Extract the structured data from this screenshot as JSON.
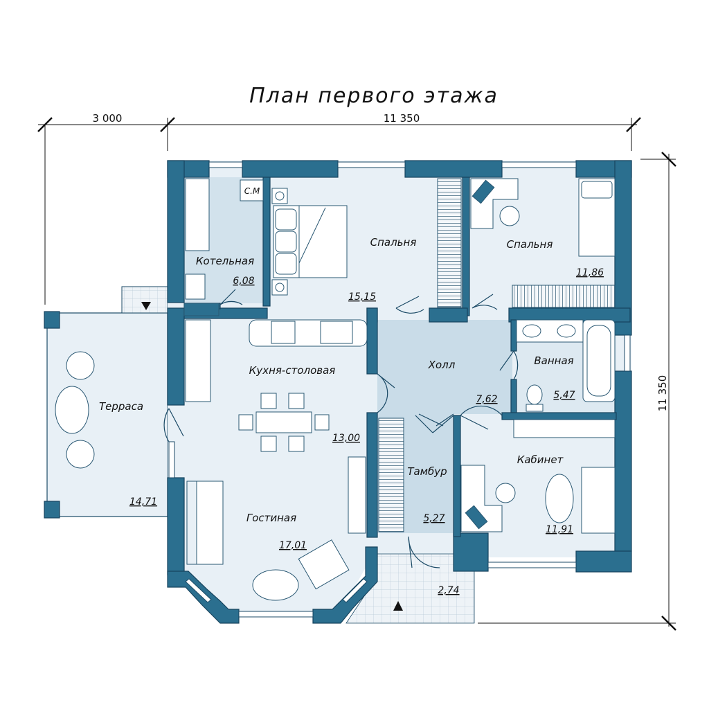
{
  "title": "План первого этажа",
  "dimensions": {
    "top_left": "3 000",
    "top_main": "11 350",
    "right": "11 350"
  },
  "rooms": [
    {
      "id": "boiler",
      "name": "Котельная",
      "area": "6,08"
    },
    {
      "id": "bedroom1",
      "name": "Спальня",
      "area": "15,15"
    },
    {
      "id": "bedroom2",
      "name": "Спальня",
      "area": "11,86"
    },
    {
      "id": "kitchen",
      "name": "Кухня-столовая",
      "area": "13,00"
    },
    {
      "id": "hall",
      "name": "Холл",
      "area": "7,62"
    },
    {
      "id": "bathroom",
      "name": "Ванная",
      "area": "5,47"
    },
    {
      "id": "terrace",
      "name": "Терраса",
      "area": "14,71"
    },
    {
      "id": "vestibule",
      "name": "Тамбур",
      "area": "5,27"
    },
    {
      "id": "office",
      "name": "Кабинет",
      "area": "11,91"
    },
    {
      "id": "living",
      "name": "Гостиная",
      "area": "17,01"
    },
    {
      "id": "porch",
      "name": "",
      "area": "2,74"
    }
  ],
  "washer_label": "С.М",
  "colors": {
    "wall": "#2b6f8f",
    "wall_dark": "#1f5e7c",
    "floor": "#dde9f1",
    "floor_light": "#e8f0f6",
    "hall_floor": "#c9dce8",
    "line": "#1b4a66"
  }
}
